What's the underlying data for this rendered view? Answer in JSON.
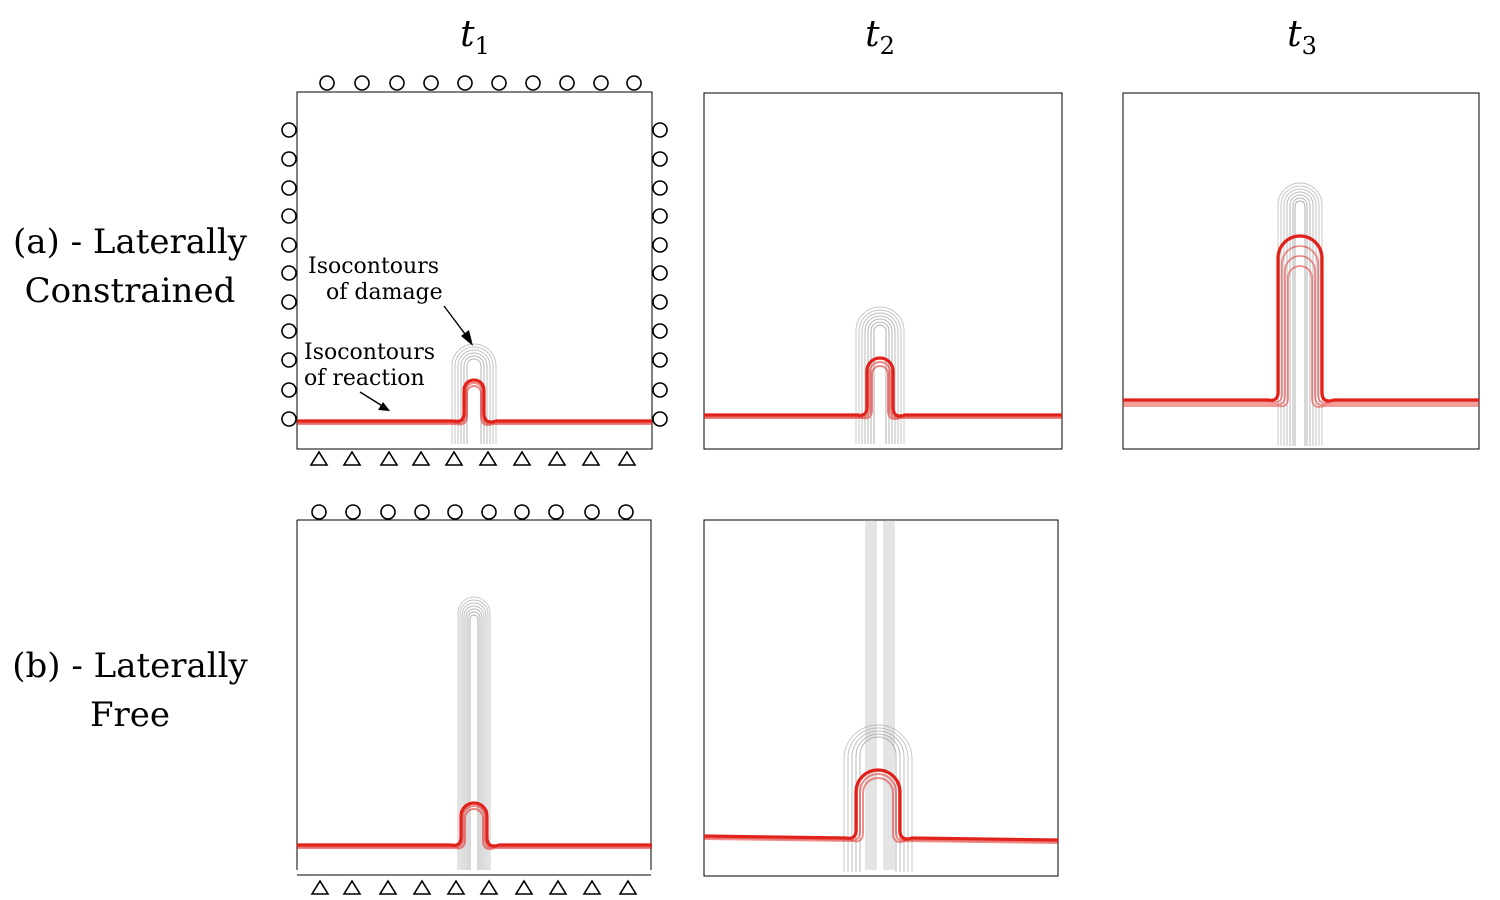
{
  "columns": [
    {
      "symbol": "t",
      "subscript": "1"
    },
    {
      "symbol": "t",
      "subscript": "2"
    },
    {
      "symbol": "t",
      "subscript": "3"
    }
  ],
  "rows": [
    {
      "line1": "(a) - Laterally",
      "line2": "Constrained"
    },
    {
      "line1": "(b) - Laterally",
      "line2": "Free"
    }
  ],
  "annotations": {
    "damage_line1": "Isocontours",
    "damage_line2": "of damage",
    "reaction_line1": "Isocontours",
    "reaction_line2": "of reaction"
  },
  "colors": {
    "reaction": "#e0221b",
    "damage": "#9a9a9a",
    "frame": "#000000"
  }
}
